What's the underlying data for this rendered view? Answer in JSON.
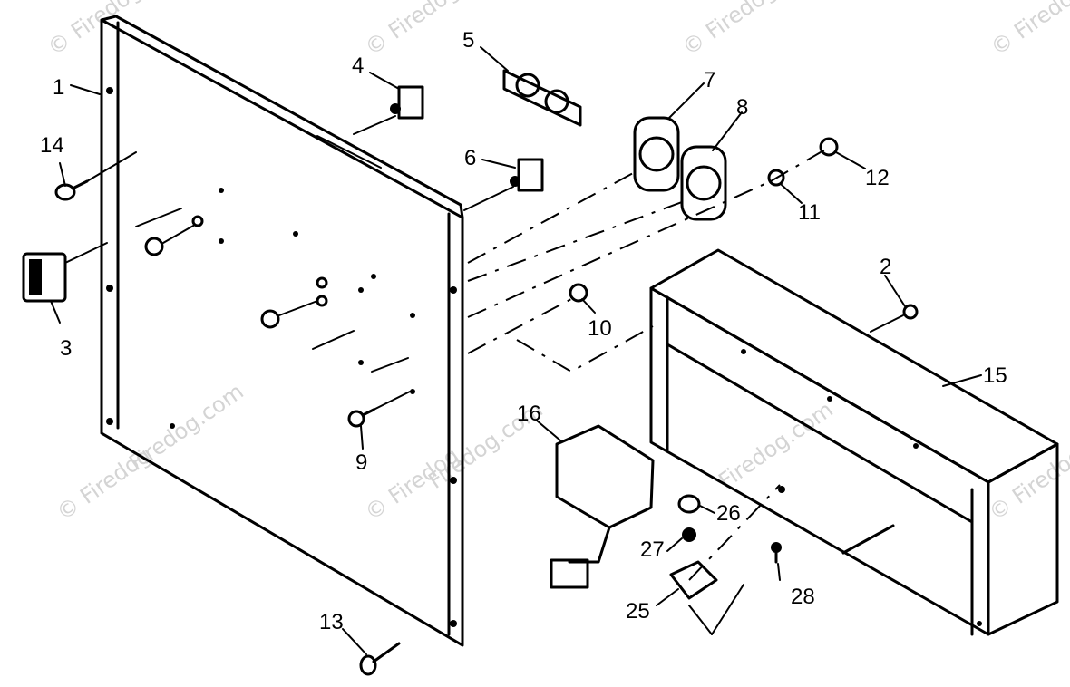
{
  "watermark": "© Firedog",
  "watermark_dotcom": "Firedog.com",
  "callouts": {
    "c1": "1",
    "c2": "2",
    "c3": "3",
    "c4": "4",
    "c5": "5",
    "c6": "6",
    "c7": "7",
    "c8": "8",
    "c9": "9",
    "c10": "10",
    "c11": "11",
    "c12": "12",
    "c13": "13",
    "c14": "14",
    "c15": "15",
    "c16": "16",
    "c25": "25",
    "c26": "26",
    "c27": "27",
    "c28": "28"
  }
}
